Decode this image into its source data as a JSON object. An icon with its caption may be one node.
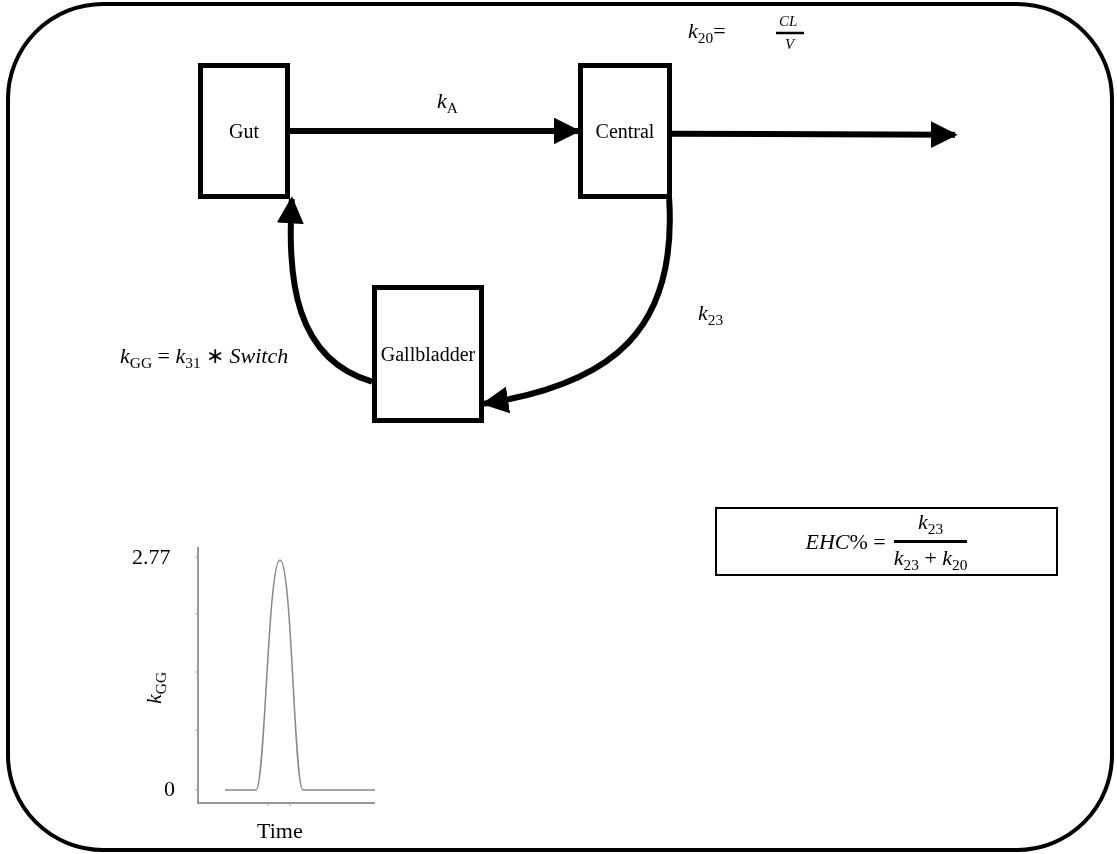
{
  "diagram": {
    "nodes": [
      {
        "text": [
          "Gut"
        ]
      },
      {
        "text": [
          "Central"
        ]
      },
      {
        "text": [
          "Gallbladder"
        ]
      },
      {
        "text": [
          "*EHC*% =",
          "*k*$_{23}$",
          "*k*$_{23}$ + *k*$_{20}$"
        ]
      }
    ],
    "edges": [
      {
        "from": 0,
        "to": 1,
        "arrow": "to",
        "label": "*k*$_{A}$"
      },
      {
        "from": 1,
        "to": null,
        "arrow": "to",
        "label": "*k*$_{20}$="
      },
      {
        "from": 1,
        "to": 2,
        "arrow": "to",
        "label": "*k*$_{23}$"
      },
      {
        "from": 2,
        "to": 0,
        "arrow": "to",
        "label": "*k*$_{GG}$ = *k*$_{31}$ ∗ *Switch*"
      }
    ],
    "labels": [
      "*CL*",
      "*V*",
      "2.77",
      "*k*$_{GG}$",
      "0",
      "Time"
    ]
  }
}
